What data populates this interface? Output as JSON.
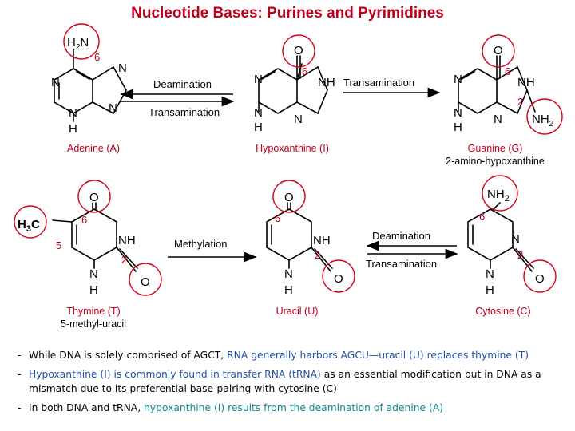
{
  "title": "Nucleotide Bases: Purines and Pyrimidines",
  "colors": {
    "accent_red": "#c0001a",
    "circle_red": "#d9001b",
    "blue": "#1f4fa8",
    "teal": "#0f8a8a"
  },
  "atoms": {
    "n": "N",
    "nh": "NH",
    "h": "H",
    "o": "O",
    "h2n": "H2N",
    "nh2": "NH2",
    "h3c": "H3C"
  },
  "positions": {
    "p6": "6",
    "p2": "2",
    "p5": "5"
  },
  "arrows": {
    "deamination": "Deamination",
    "transamination": "Transamination",
    "methylation": "Methylation"
  },
  "captions": {
    "adenine": "Adenine (A)",
    "hypoxanthine": "Hypoxanthine (I)",
    "guanine": "Guanine (G)",
    "guanine_sub": "2-amino-hypoxanthine",
    "thymine": "Thymine (T)",
    "thymine_sub": "5-methyl-uracil",
    "uracil": "Uracil (U)",
    "cytosine": "Cytosine (C)"
  },
  "notes": [
    {
      "dash": "-",
      "before": "While DNA is solely comprised of AGCT, ",
      "highlight": "RNA generally harbors AGCU—uracil (U) replaces thymine (T)",
      "after": ""
    },
    {
      "dash": "-",
      "before": "",
      "highlight": "Hypoxanthine (I) is commonly found in transfer RNA (tRNA)",
      "after": " as an essential modification but in DNA as a mismatch due to its preferential base-pairing with cytosine (C)"
    },
    {
      "dash": "-",
      "before": "In both DNA and tRNA, ",
      "highlight": "hypoxanthine (I) results from the deamination of adenine (A)",
      "after": ""
    }
  ]
}
